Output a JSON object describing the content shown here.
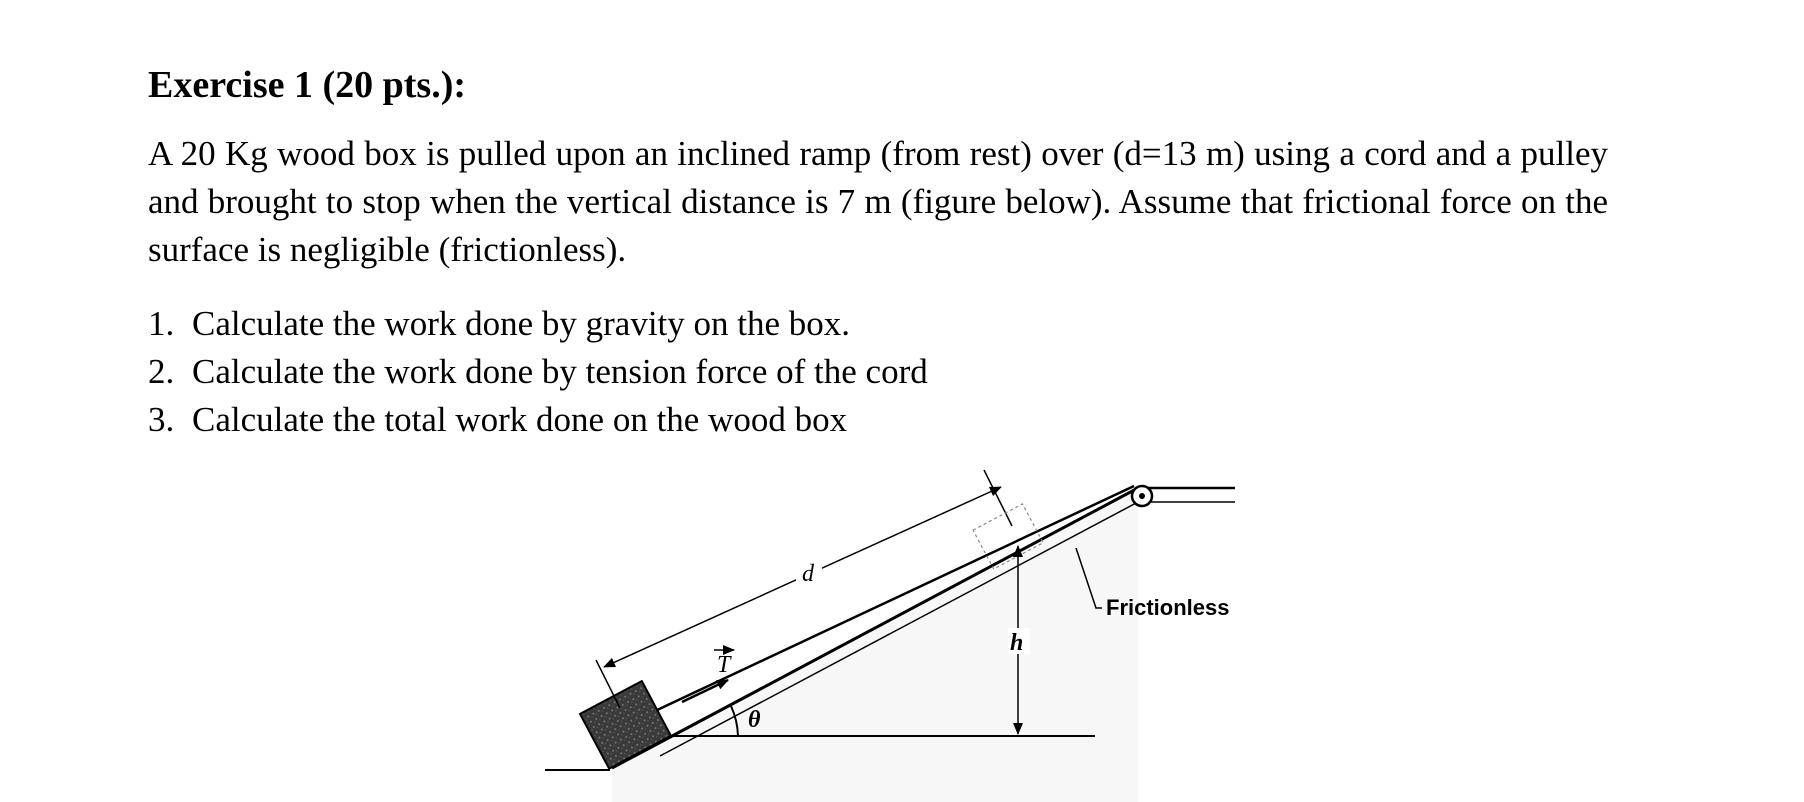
{
  "exercise": {
    "title": "Exercise 1 (20 pts.):",
    "paragraph": "A 20 Kg wood box is pulled upon an inclined ramp (from rest) over (d=13 m) using a cord and a pulley and brought to stop when the vertical distance is 7 m (figure below). Assume that frictional force on the surface is negligible (frictionless).",
    "tasks": [
      {
        "number": "1.",
        "text": "Calculate the work done by gravity on the box."
      },
      {
        "number": "2.",
        "text": "Calculate the work done by tension force of the cord"
      },
      {
        "number": "3.",
        "text": "Calculate the total work done on the wood box"
      }
    ]
  },
  "figure": {
    "labels": {
      "distance": "d",
      "height": "h",
      "tension": "T",
      "angle": "θ",
      "surface": "Frictionless"
    },
    "colors": {
      "ink": "#000000",
      "box": "#333333",
      "ramp_fill": "#f2f2f2"
    }
  }
}
